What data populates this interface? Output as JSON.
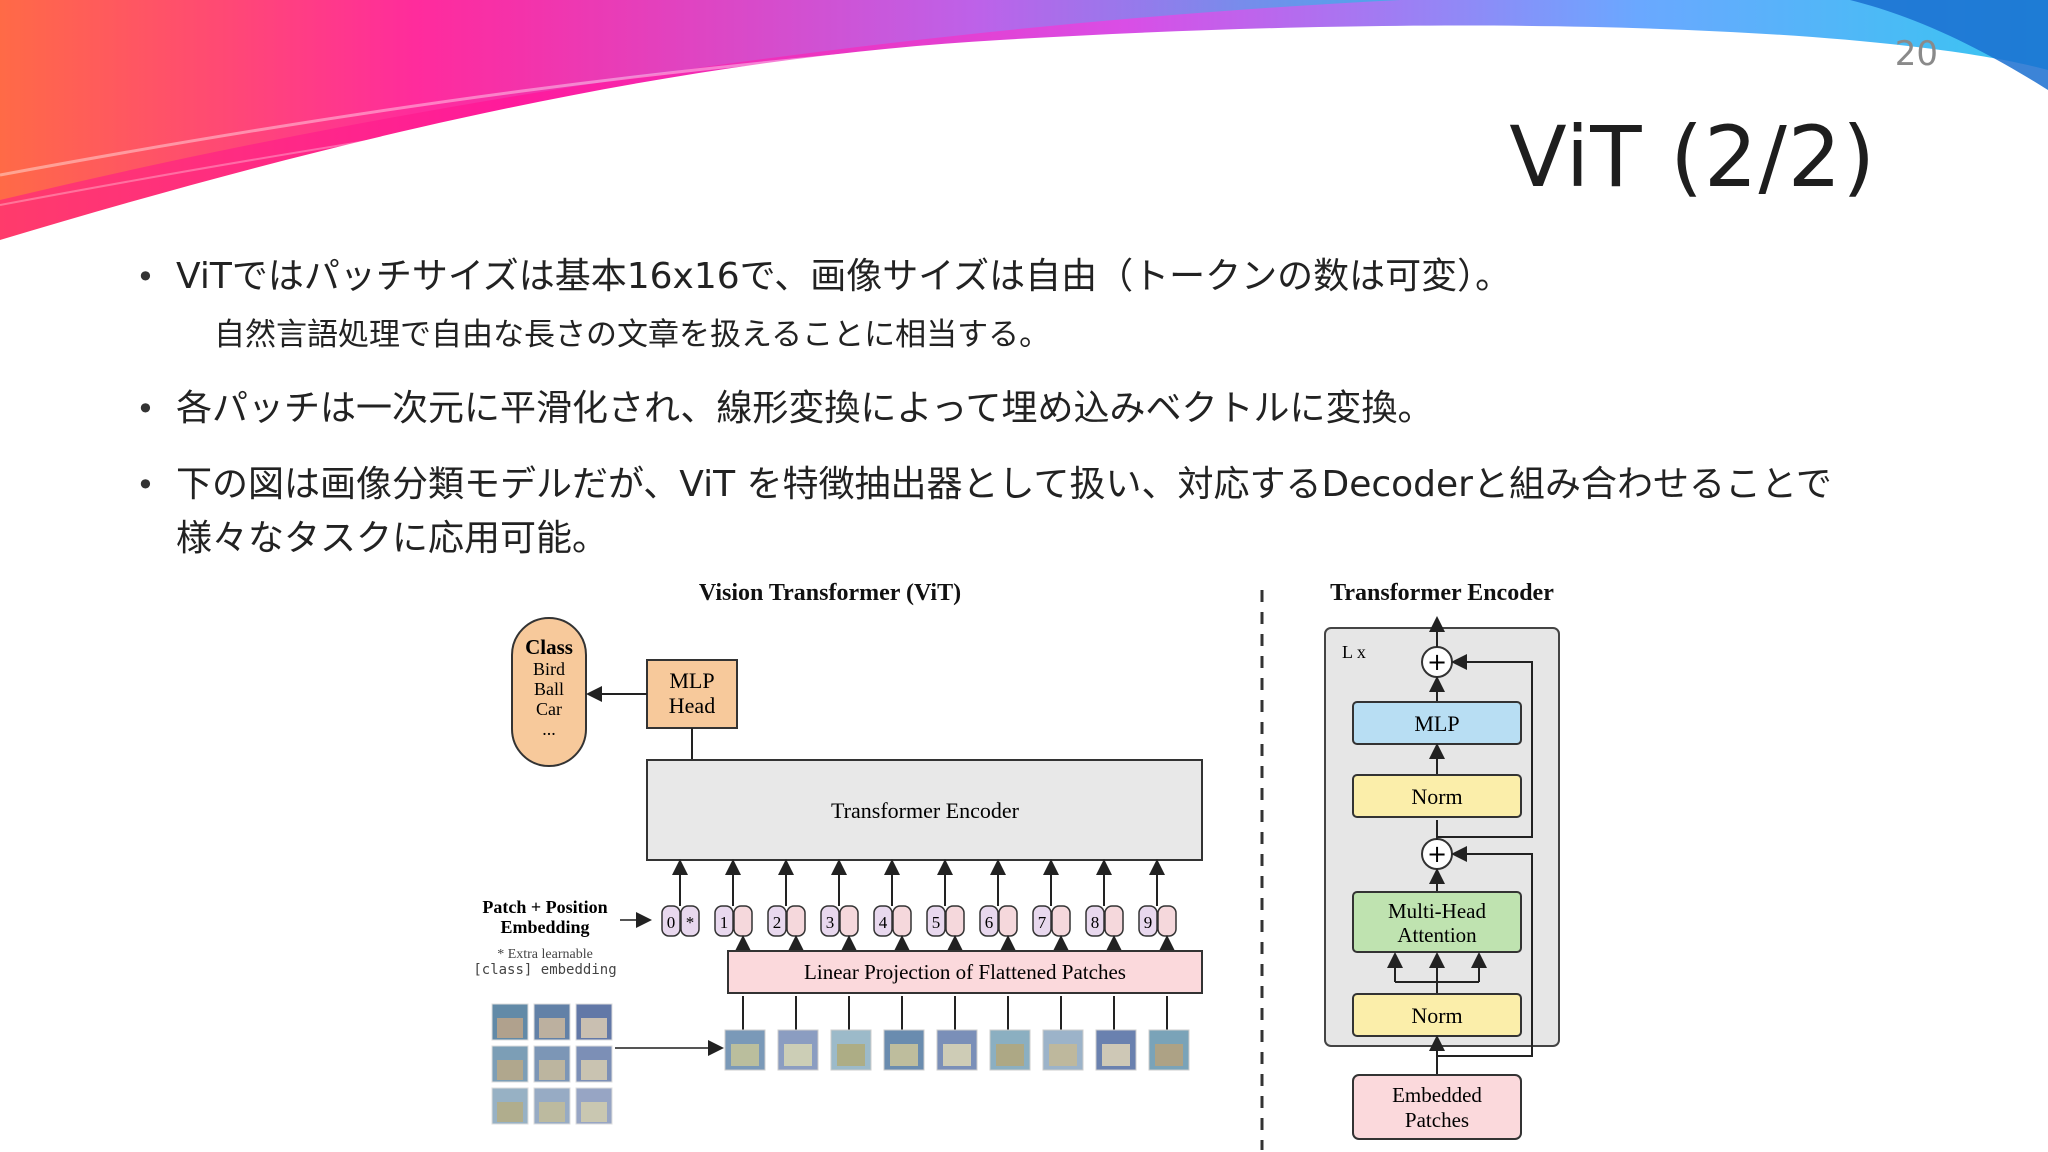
{
  "slide": {
    "page_number": "20",
    "title": "ViT (2/2)"
  },
  "bullets": [
    {
      "text": "ViTではパッチサイズは基本16x16で、画像サイズは自由（トークンの数は可変）。",
      "sub": "自然言語処理で自由な長さの文章を扱えることに相当する。"
    },
    {
      "text": "各パッチは一次元に平滑化され、線形変換によって埋め込みベクトルに変換。"
    },
    {
      "text": "下の図は画像分類モデルだが、ViT を特徴抽出器として扱い、対応するDecoderと組み合わせることで様々なタスクに応用可能。"
    }
  ],
  "diagram": {
    "left_title": "Vision Transformer (ViT)",
    "right_title": "Transformer Encoder",
    "class_box": {
      "title": "Class",
      "items": [
        "Bird",
        "Ball",
        "Car",
        "..."
      ]
    },
    "mlp_head": {
      "line1": "MLP",
      "line2": "Head"
    },
    "transformer_encoder": "Transformer Encoder",
    "embedding_label": {
      "line1": "Patch + Position",
      "line2": "Embedding"
    },
    "extra_note": {
      "line1": "* Extra learnable",
      "line2": "[class] embedding"
    },
    "linear_projection": "Linear Projection of Flattened Patches",
    "tokens": [
      "0",
      "1",
      "2",
      "3",
      "4",
      "5",
      "6",
      "7",
      "8",
      "9"
    ],
    "class_token_mark": "*",
    "encoder_block": {
      "repeat": "L x",
      "mlp": "MLP",
      "norm_top": "Norm",
      "attention": {
        "line1": "Multi-Head",
        "line2": "Attention"
      },
      "norm_bottom": "Norm",
      "plus": "+",
      "embedded": {
        "line1": "Embedded",
        "line2": "Patches"
      }
    },
    "colors": {
      "class_fill": "#f7c99b",
      "mlp_head_fill": "#f7c99b",
      "encoder_fill": "#e8e8e8",
      "linear_fill": "#fbd9dc",
      "token_fill": "#e8d8ee",
      "mlp_fill": "#b8def3",
      "norm_fill": "#fbeeaa",
      "attention_fill": "#bfe3b0",
      "embedded_fill": "#fbd9dc",
      "block_fill": "#e6e6e6"
    }
  }
}
